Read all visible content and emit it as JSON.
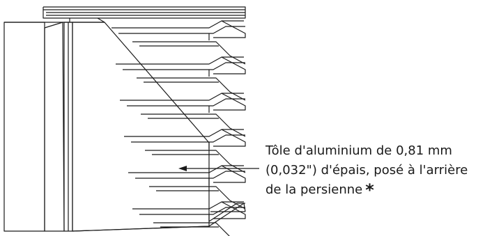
{
  "diagram": {
    "annotation": {
      "lines": [
        "Tôle d'aluminium de 0,81 mm",
        "(0,032\") d'épais, posé à l'arrière",
        "de la persienne"
      ],
      "marker": "*"
    },
    "colors": {
      "stroke": "#1a1a1a",
      "background": "#ffffff"
    },
    "louver_blade_count": 6
  }
}
